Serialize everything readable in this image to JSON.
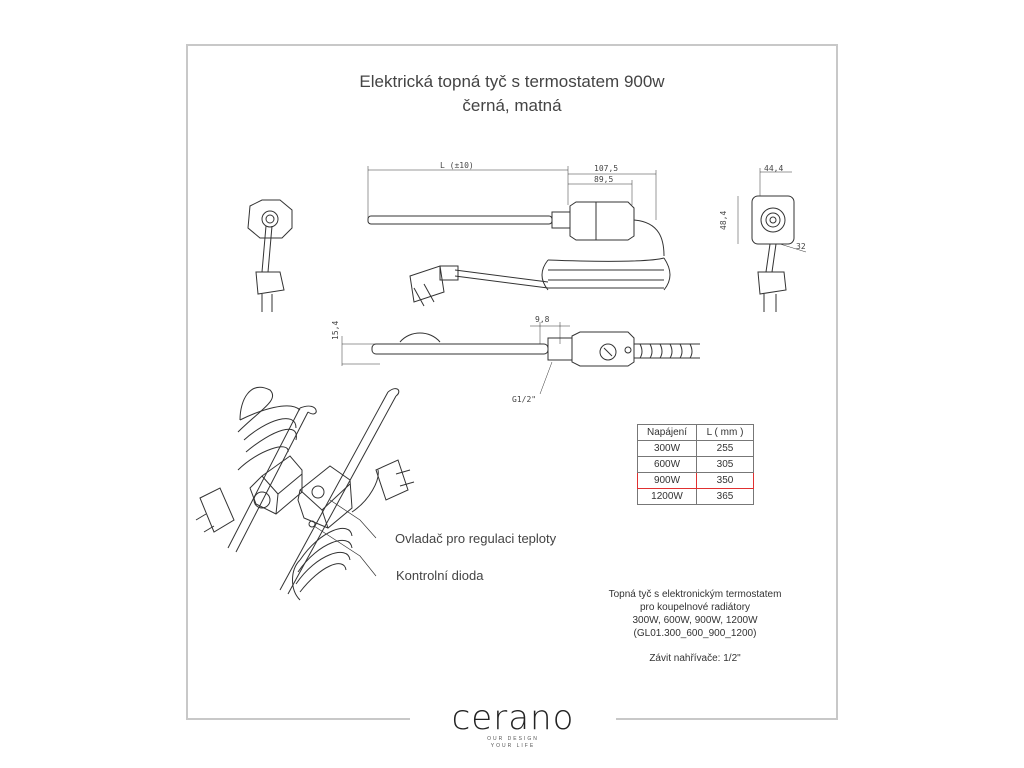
{
  "title": {
    "line1": "Elektrická topná tyč s termostatem 900w",
    "line2": "černá, matná"
  },
  "dimensions": {
    "length": "L (±10)",
    "d1075": "107,5",
    "d895": "89,5",
    "d444": "44,4",
    "d484": "48,4",
    "d32": "32",
    "d98": "9,8",
    "d154": "15,4",
    "thread": "G1/2\""
  },
  "callouts": {
    "control": "Ovladač pro regulaci teploty",
    "diode": "Kontrolní dioda"
  },
  "table": {
    "headers": [
      "Napájení",
      "L ( mm )"
    ],
    "rows": [
      {
        "power": "300W",
        "length": "255"
      },
      {
        "power": "600W",
        "length": "305"
      },
      {
        "power": "900W",
        "length": "350",
        "highlight": true
      },
      {
        "power": "1200W",
        "length": "365"
      }
    ],
    "highlight_color": "#e03030"
  },
  "description": {
    "line1": "Topná tyč s elektronickým termostatem",
    "line2": "pro koupelnové radiátory",
    "line3": "300W, 600W, 900W, 1200W",
    "line4": "(GL01.300_600_900_1200)",
    "line5": "Závit nahřívače: 1/2\""
  },
  "brand": {
    "name": "cerano",
    "tagline1": "OUR DESIGN",
    "tagline2": "YOUR LIFE"
  }
}
